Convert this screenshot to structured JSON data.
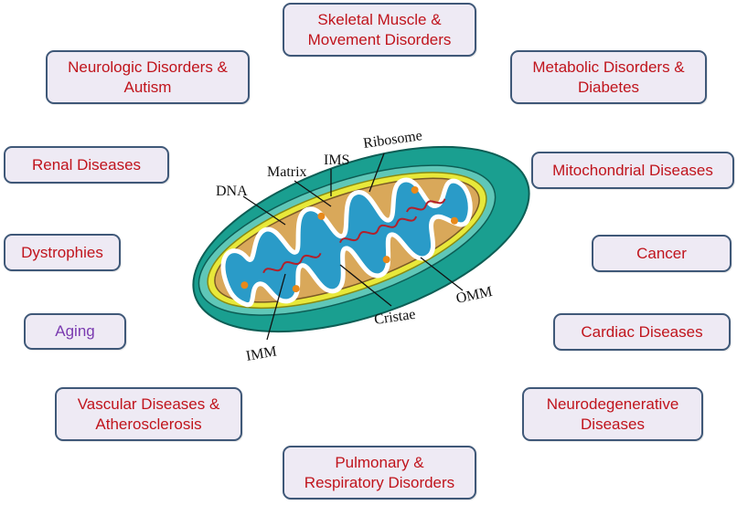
{
  "colors": {
    "box_fill": "#eeeaf4",
    "box_border": "#3f5878",
    "disease_text": "#c0141c",
    "aging_text": "#7a3ab0",
    "outer_membrane": "#1a9f90",
    "inner_membrane": "#e8e83a",
    "matrix": "#d9a85a",
    "cristae_fill": "#2a9bc8"
  },
  "diseases": {
    "skeletal": "Skeletal Muscle &\nMovement Disorders",
    "neurologic": "Neurologic Disorders &\nAutism",
    "metabolic": "Metabolic Disorders &\nDiabetes",
    "renal": "Renal Diseases",
    "mitochondrial": "Mitochondrial Diseases",
    "dystrophies": "Dystrophies",
    "cancer": "Cancer",
    "aging": "Aging",
    "cardiac": "Cardiac Diseases",
    "vascular": "Vascular Diseases &\nAtherosclerosis",
    "neurodegenerative": "Neurodegenerative\nDiseases",
    "pulmonary": "Pulmonary &\nRespiratory Disorders"
  },
  "mito_labels": {
    "dna": "DNA",
    "matrix": "Matrix",
    "ims": "IMS",
    "ribosome": "Ribosome",
    "omm": "OMM",
    "cristae": "Cristae",
    "imm": "IMM"
  }
}
